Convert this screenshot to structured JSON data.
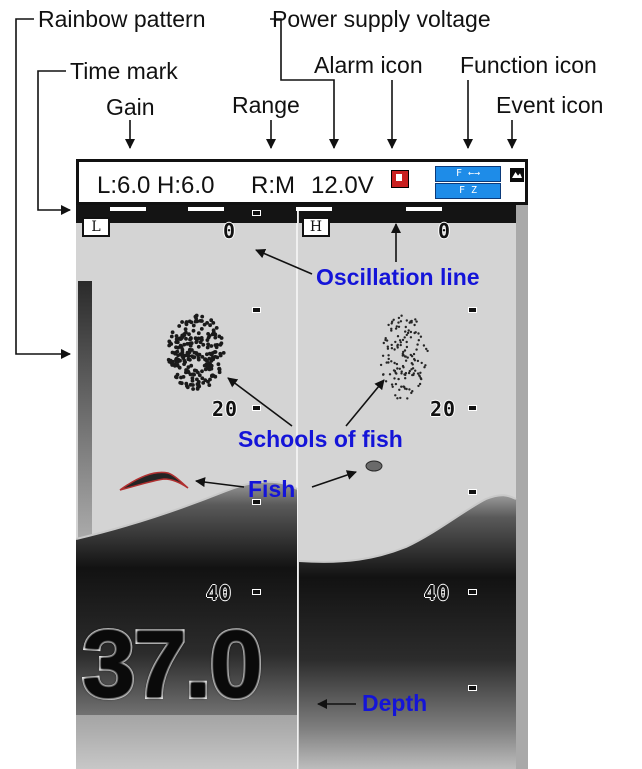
{
  "callouts": {
    "rainbow_pattern": "Rainbow pattern",
    "power_supply_voltage": "Power supply voltage",
    "time_mark": "Time mark",
    "alarm_icon": "Alarm icon",
    "function_icon": "Function icon",
    "gain": "Gain",
    "range": "Range",
    "event_icon": "Event icon",
    "oscillation_line": "Oscillation line",
    "schools_of_fish": "Schools of fish",
    "fish": "Fish",
    "depth": "Depth"
  },
  "screen": {
    "gain": "L:6.0 H:6.0",
    "range": "R:M",
    "voltage": "12.0V",
    "function_row1": "F ←→",
    "function_row2": "F Z",
    "left_badge": "L",
    "right_badge": "H",
    "depth_marks": {
      "zero": "0",
      "twenty": "20",
      "forty": "40"
    },
    "depth_readout": "37.0"
  },
  "colors": {
    "callout_blue": "#1414d8",
    "function_blue": "#1e8ce8",
    "alarm_red": "#c82020",
    "background_gray": "#d4d4d4"
  }
}
